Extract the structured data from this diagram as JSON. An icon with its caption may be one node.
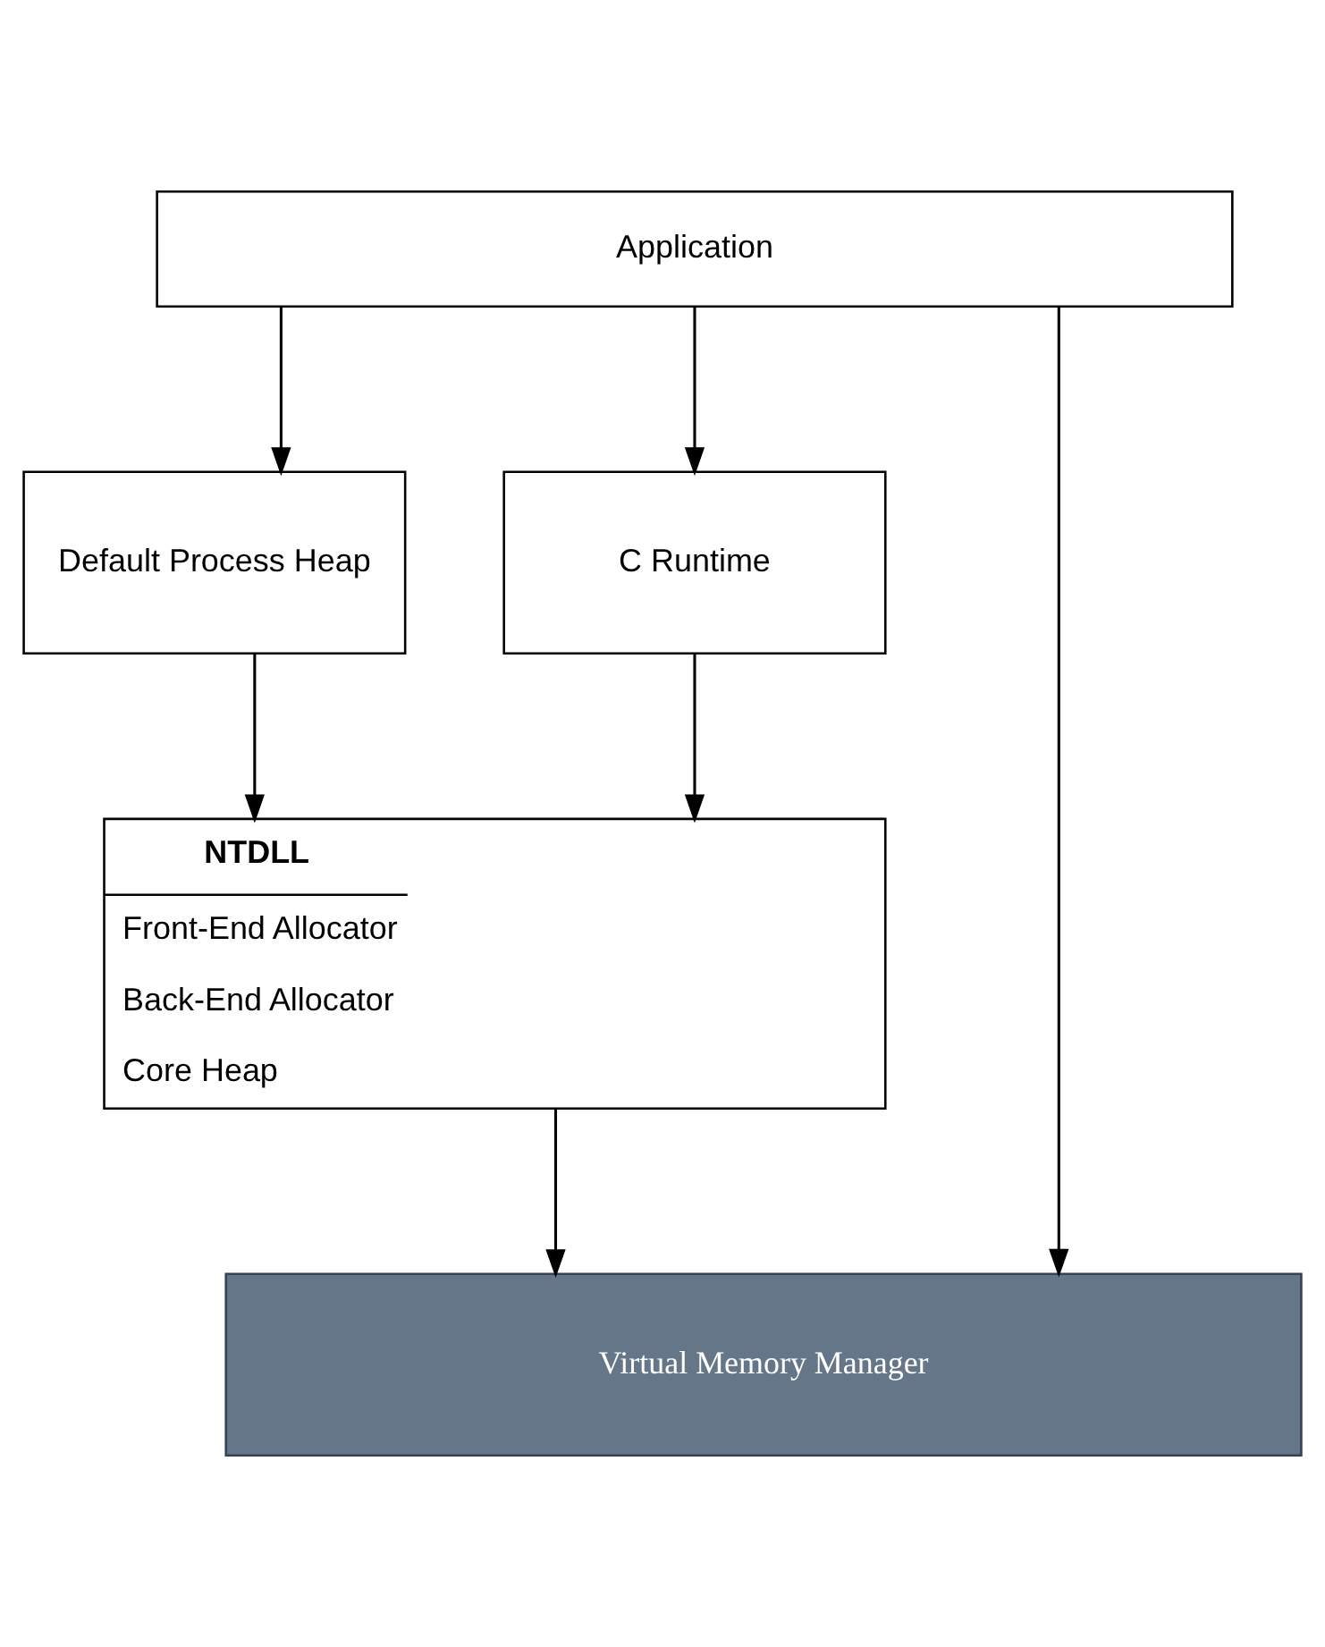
{
  "diagram": {
    "nodes": [
      {
        "text": [
          "Application"
        ]
      },
      {
        "text": [
          "Default Process Heap"
        ]
      },
      {
        "text": [
          "C Runtime"
        ]
      },
      {
        "text": [
          "NTDLL",
          "Front-End Allocator",
          "Back-End Allocator",
          "Core Heap"
        ]
      },
      {
        "text": [
          "Virtual Memory Manager"
        ]
      }
    ],
    "edges": [
      {
        "from": 0,
        "to": 1,
        "arrow": "to"
      },
      {
        "from": 0,
        "to": 2,
        "arrow": "to"
      },
      {
        "from": 0,
        "to": 4,
        "arrow": "to"
      },
      {
        "from": 1,
        "to": 3,
        "arrow": "to"
      },
      {
        "from": 2,
        "to": 3,
        "arrow": "to"
      },
      {
        "from": 3,
        "to": 4,
        "arrow": "to"
      }
    ]
  }
}
